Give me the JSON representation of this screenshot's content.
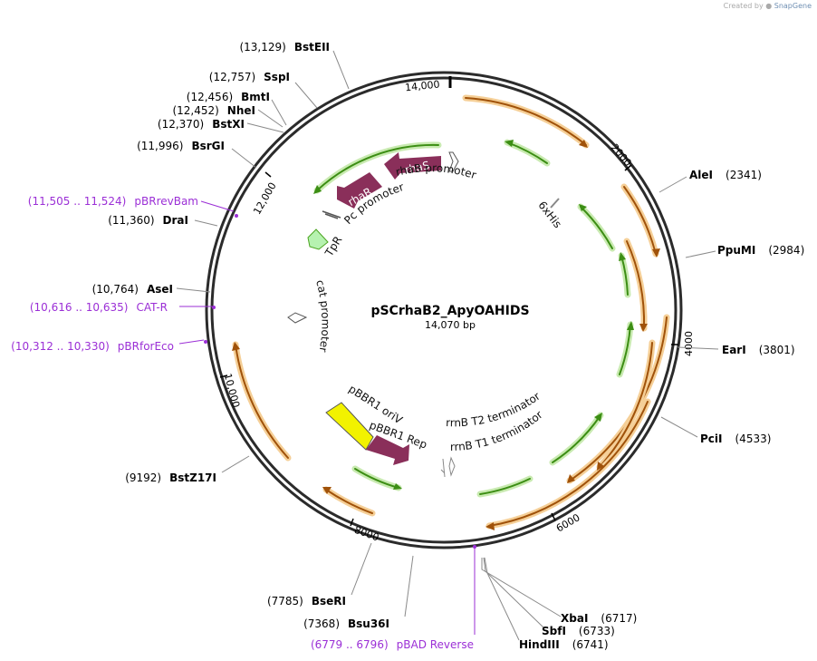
{
  "watermark": {
    "prefix": "Created by",
    "brand": "SnapGene"
  },
  "plasmid": {
    "name": "pSCrhaB2_ApyOAHIDS",
    "size_label": "14,070 bp",
    "length_bp": 14070
  },
  "colors": {
    "backbone": "#2b2b2b",
    "site_line": "#8a8a8a",
    "primer": "#9b2fd6",
    "orange_feature": "#d98a16",
    "orange_halo": "#f5cf97",
    "green_feature": "#4aa51f",
    "green_halo": "#c8eab0",
    "gene": "#8a2f5a",
    "origin": "#f2f200",
    "tpr": "#b6f2b0"
  },
  "ticks": [
    {
      "bp": 2000,
      "label": "2000"
    },
    {
      "bp": 4000,
      "label": "4000"
    },
    {
      "bp": 6000,
      "label": "6000"
    },
    {
      "bp": 8000,
      "label": "8000"
    },
    {
      "bp": 10000,
      "label": "10,000"
    },
    {
      "bp": 12000,
      "label": "12,000"
    },
    {
      "bp": 14000,
      "label": "14,000"
    }
  ],
  "enzymes": [
    {
      "name": "BstEII",
      "position": "(13,129)"
    },
    {
      "name": "SspI",
      "position": "(12,757)"
    },
    {
      "name": "BmtI",
      "position": "(12,456)"
    },
    {
      "name": "NheI",
      "position": "(12,452)"
    },
    {
      "name": "BstXI",
      "position": "(12,370)"
    },
    {
      "name": "BsrGI",
      "position": "(11,996)"
    },
    {
      "name": "DraI",
      "position": "(11,360)"
    },
    {
      "name": "AseI",
      "position": "(10,764)"
    },
    {
      "name": "BstZ17I",
      "position": "(9192)"
    },
    {
      "name": "BseRI",
      "position": "(7785)"
    },
    {
      "name": "Bsu36I",
      "position": "(7368)"
    },
    {
      "name": "AleI",
      "position": "(2341)"
    },
    {
      "name": "PpuMI",
      "position": "(2984)"
    },
    {
      "name": "EarI",
      "position": "(3801)"
    },
    {
      "name": "PciI",
      "position": "(4533)"
    },
    {
      "name": "XbaI",
      "position": "(6717)"
    },
    {
      "name": "SbfI",
      "position": "(6733)"
    },
    {
      "name": "HindIII",
      "position": "(6741)"
    }
  ],
  "primers": [
    {
      "name": "pBRrevBam",
      "position": "(11,505 .. 11,524)"
    },
    {
      "name": "CAT-R",
      "position": "(10,616 .. 10,635)"
    },
    {
      "name": "pBRforEco",
      "position": "(10,312 .. 10,330)"
    },
    {
      "name": "pBAD Reverse",
      "position": "(6779 .. 6796)"
    }
  ],
  "features": {
    "rhaS": "rhaS",
    "rhaR": "rhaR",
    "rhaB_promoter": "rhaB promoter",
    "Pc_promoter": "Pc promoter",
    "TpR": "TpR",
    "his_tag": "6xHis",
    "cat_promoter": "cat promoter",
    "pBBR1_oriV": "pBBR1 oriV",
    "pBBR1_Rep": "pBBR1 Rep",
    "rrnB_T2": "rrnB T2 terminator",
    "rrnB_T1": "rrnB T1 terminator"
  }
}
